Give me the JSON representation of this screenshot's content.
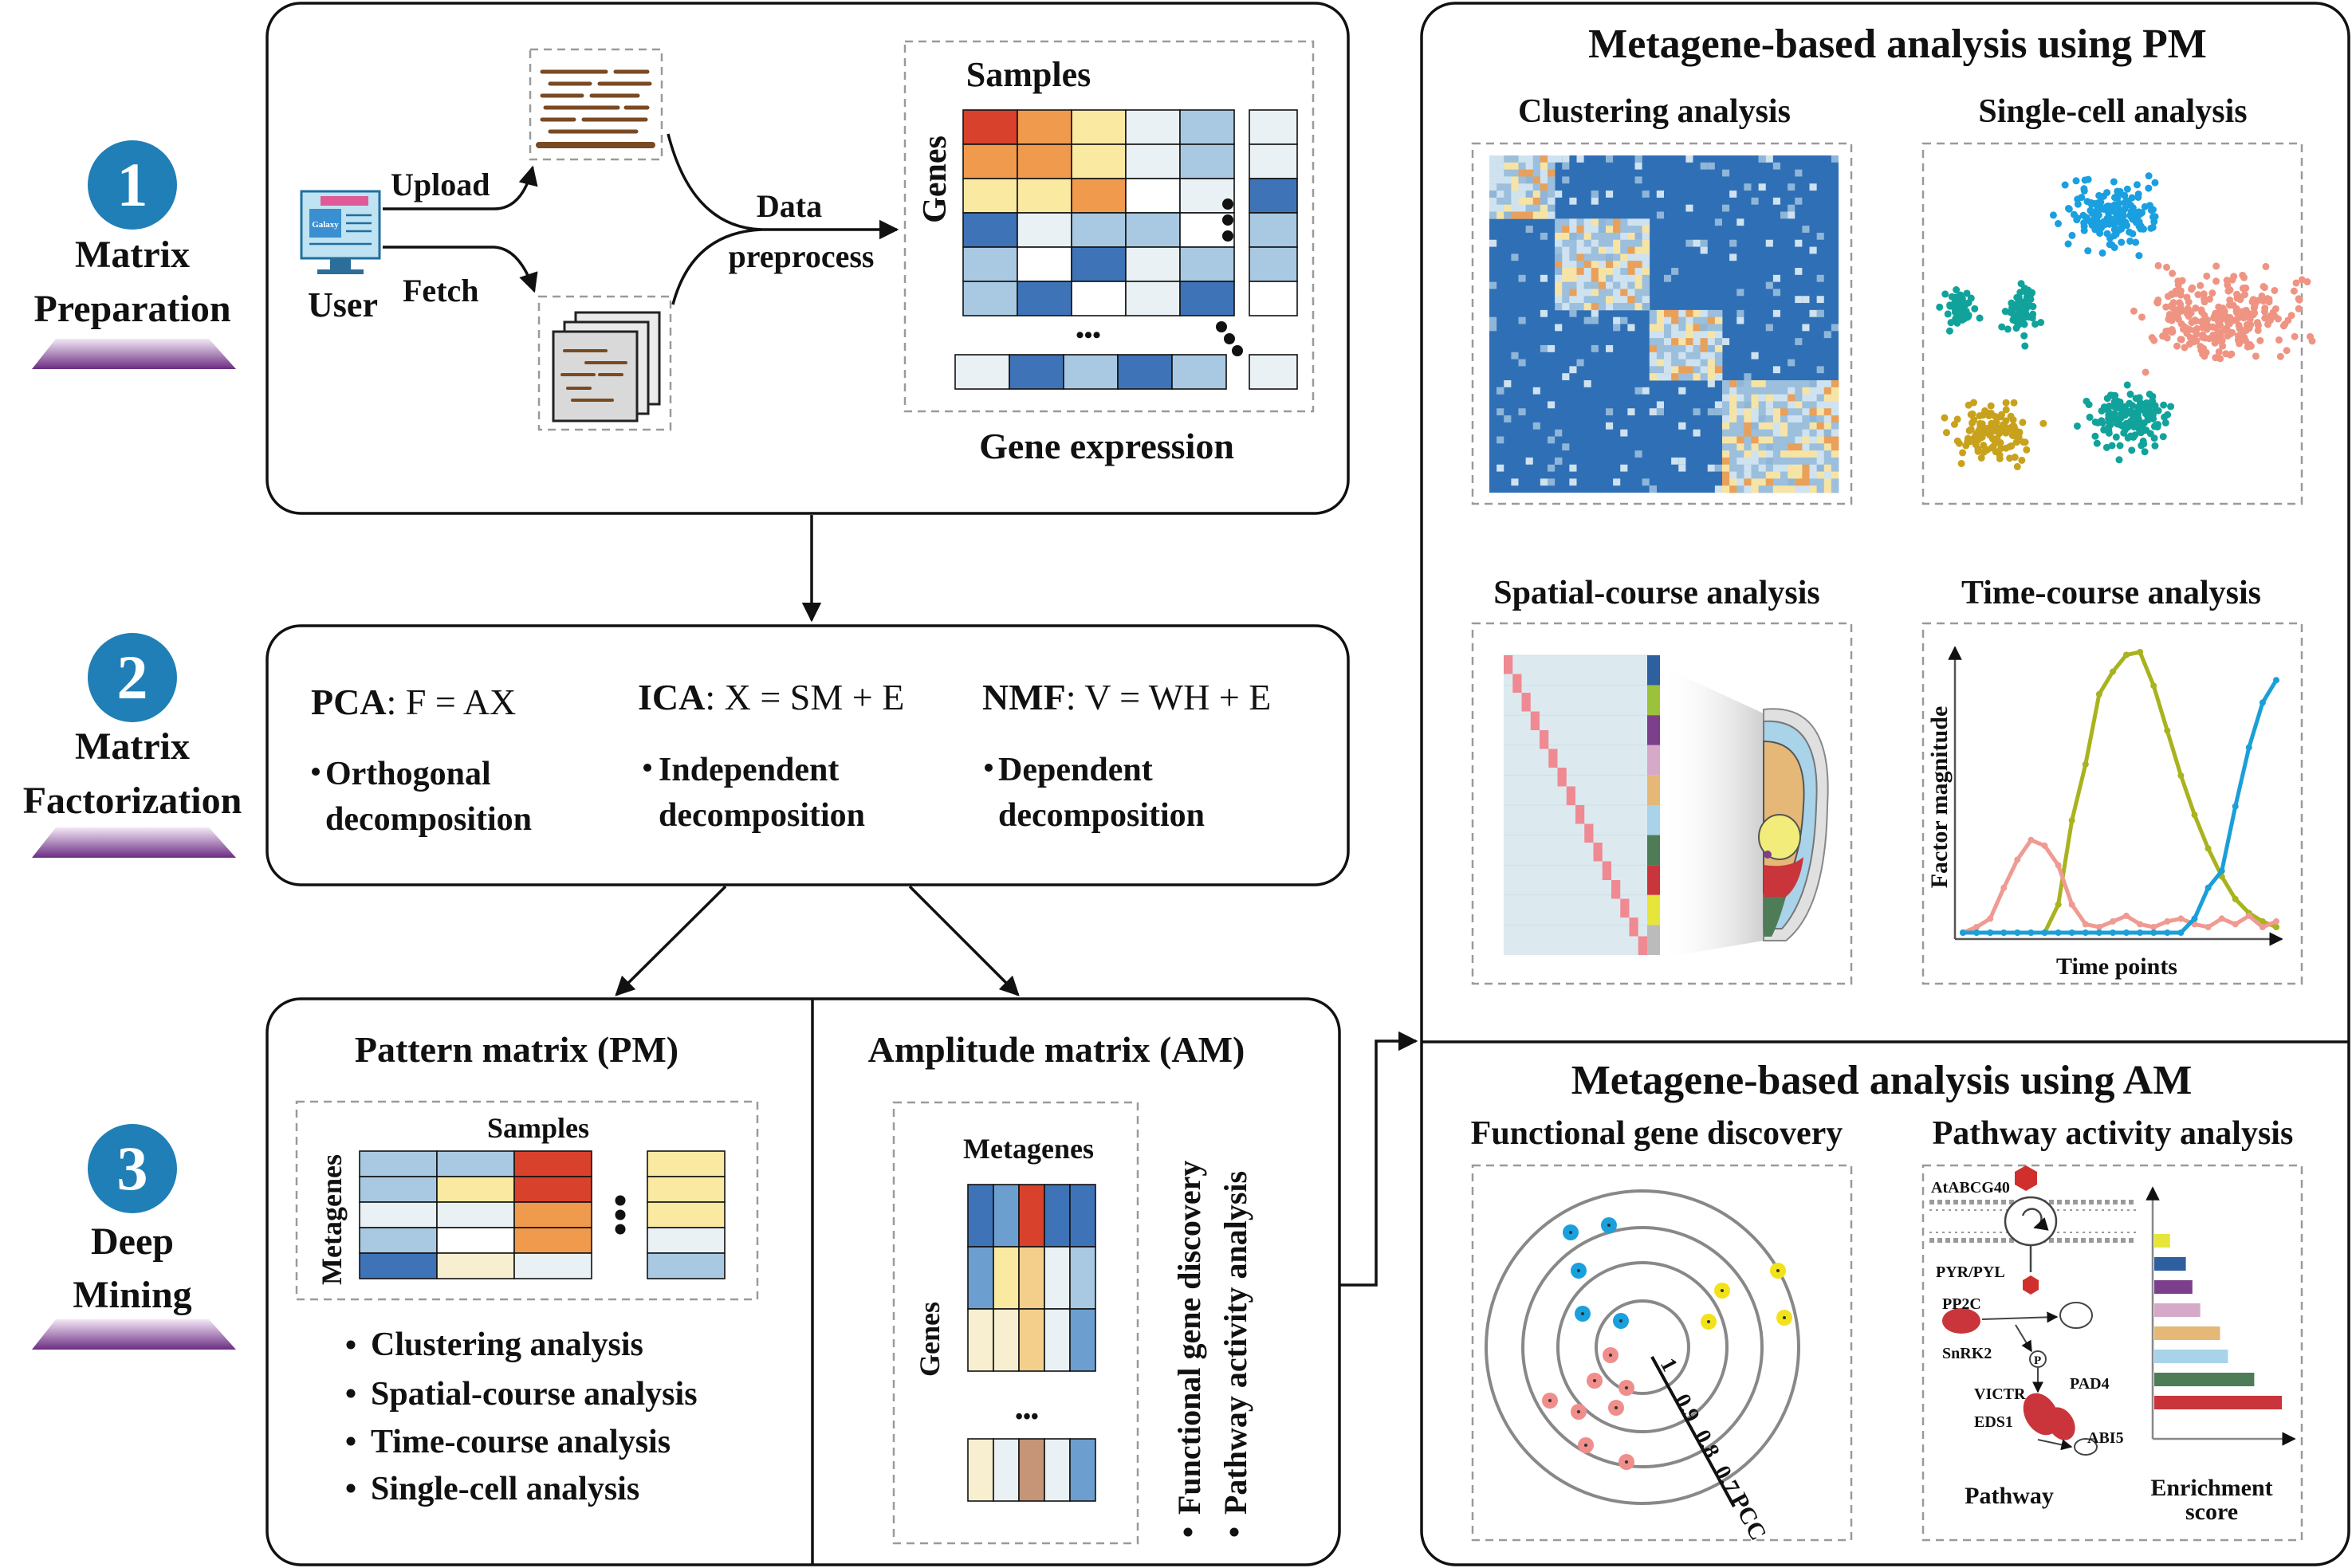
{
  "stages": [
    {
      "number": "1",
      "label_lines": [
        "Matrix",
        "Preparation"
      ]
    },
    {
      "number": "2",
      "label_lines": [
        "Matrix",
        "Factorization"
      ]
    },
    {
      "number": "3",
      "label_lines": [
        "Deep",
        "Mining"
      ]
    }
  ],
  "panel1": {
    "user": "User",
    "galaxy": "Galaxy",
    "upload": "Upload",
    "fetch": "Fetch",
    "data_preprocess_lines": [
      "Data",
      "preprocess"
    ],
    "samples": "Samples",
    "genes": "Genes",
    "ellipsis": "•••",
    "caption": "Gene expression"
  },
  "panel2": {
    "methods": [
      {
        "name": "PCA",
        "equation": ": F = AX",
        "bullet_lines": [
          "Orthogonal",
          "decomposition"
        ]
      },
      {
        "name": "ICA",
        "equation": ": X = SM + E",
        "bullet_lines": [
          "Independent",
          "decomposition"
        ]
      },
      {
        "name": "NMF",
        "equation": ": V = WH + E",
        "bullet_lines": [
          "Dependent",
          "decomposition"
        ]
      }
    ]
  },
  "panel3": {
    "pm_title": "Pattern matrix (PM)",
    "pm_samples": "Samples",
    "pm_metagenes": "Metagenes",
    "pm_bullets": [
      "Clustering analysis",
      "Spatial-course analysis",
      "Time-course analysis",
      "Single-cell analysis"
    ],
    "am_title": "Amplitude matrix (AM)",
    "am_metagenes": "Metagenes",
    "am_genes": "Genes",
    "am_bullets": [
      "Functional gene discovery",
      "Pathway activity analysis"
    ],
    "ellipsis": "•••"
  },
  "right_top": {
    "title": "Metagene-based analysis using PM",
    "clustering": "Clustering analysis",
    "single_cell": "Single-cell analysis",
    "spatial": "Spatial-course analysis",
    "time_course": "Time-course analysis",
    "time_ylabel": "Factor  magnitude",
    "time_xlabel": "Time points",
    "time_series": {
      "olive": [
        0.0,
        0.0,
        0.0,
        0.0,
        0.0,
        0.0,
        0.0,
        0.1,
        0.4,
        0.6,
        0.85,
        0.93,
        0.99,
        1.0,
        0.88,
        0.72,
        0.56,
        0.42,
        0.3,
        0.2,
        0.12,
        0.07,
        0.04,
        0.02
      ],
      "pink": [
        0.0,
        0.02,
        0.05,
        0.16,
        0.26,
        0.33,
        0.31,
        0.24,
        0.1,
        0.03,
        0.02,
        0.04,
        0.06,
        0.03,
        0.02,
        0.04,
        0.05,
        0.03,
        0.02,
        0.05,
        0.03,
        0.06,
        0.02,
        0.04
      ],
      "blue": [
        0.0,
        0.0,
        0.0,
        0.0,
        0.0,
        0.0,
        0.0,
        0.0,
        0.0,
        0.0,
        0.0,
        0.0,
        0.0,
        0.0,
        0.0,
        0.0,
        0.0,
        0.05,
        0.16,
        0.22,
        0.45,
        0.66,
        0.82,
        0.9
      ]
    }
  },
  "right_bottom": {
    "title": "Metagene-based analysis using AM",
    "functional": "Functional gene discovery",
    "pathway_title": "Pathway activity analysis",
    "pcc_ticks": [
      "1",
      "0.9",
      "0.8",
      "0.7"
    ],
    "pcc_label": "PCC",
    "pathway_labels": [
      "AtABCG40",
      "PYR/PYL",
      "PP2C",
      "SnRK2",
      "P",
      "PAD4",
      "VICTR",
      "EDS1",
      "ABI5"
    ],
    "pathway_caption": "Pathway",
    "enrichment_lines": [
      "Enrichment",
      "score"
    ],
    "enrichment_bars": [
      {
        "color": "#e6e63a",
        "value": 0.12
      },
      {
        "color": "#2e5f9e",
        "value": 0.24
      },
      {
        "color": "#7b3f8c",
        "value": 0.29
      },
      {
        "color": "#d6a9c8",
        "value": 0.35
      },
      {
        "color": "#e5b877",
        "value": 0.5
      },
      {
        "color": "#a8d3e8",
        "value": 0.56
      },
      {
        "color": "#4e7c57",
        "value": 0.76
      },
      {
        "color": "#c9353b",
        "value": 0.97
      }
    ]
  },
  "colors": {
    "stage_circle": "#1f7fb6",
    "pedestal": "#6b2d82"
  }
}
